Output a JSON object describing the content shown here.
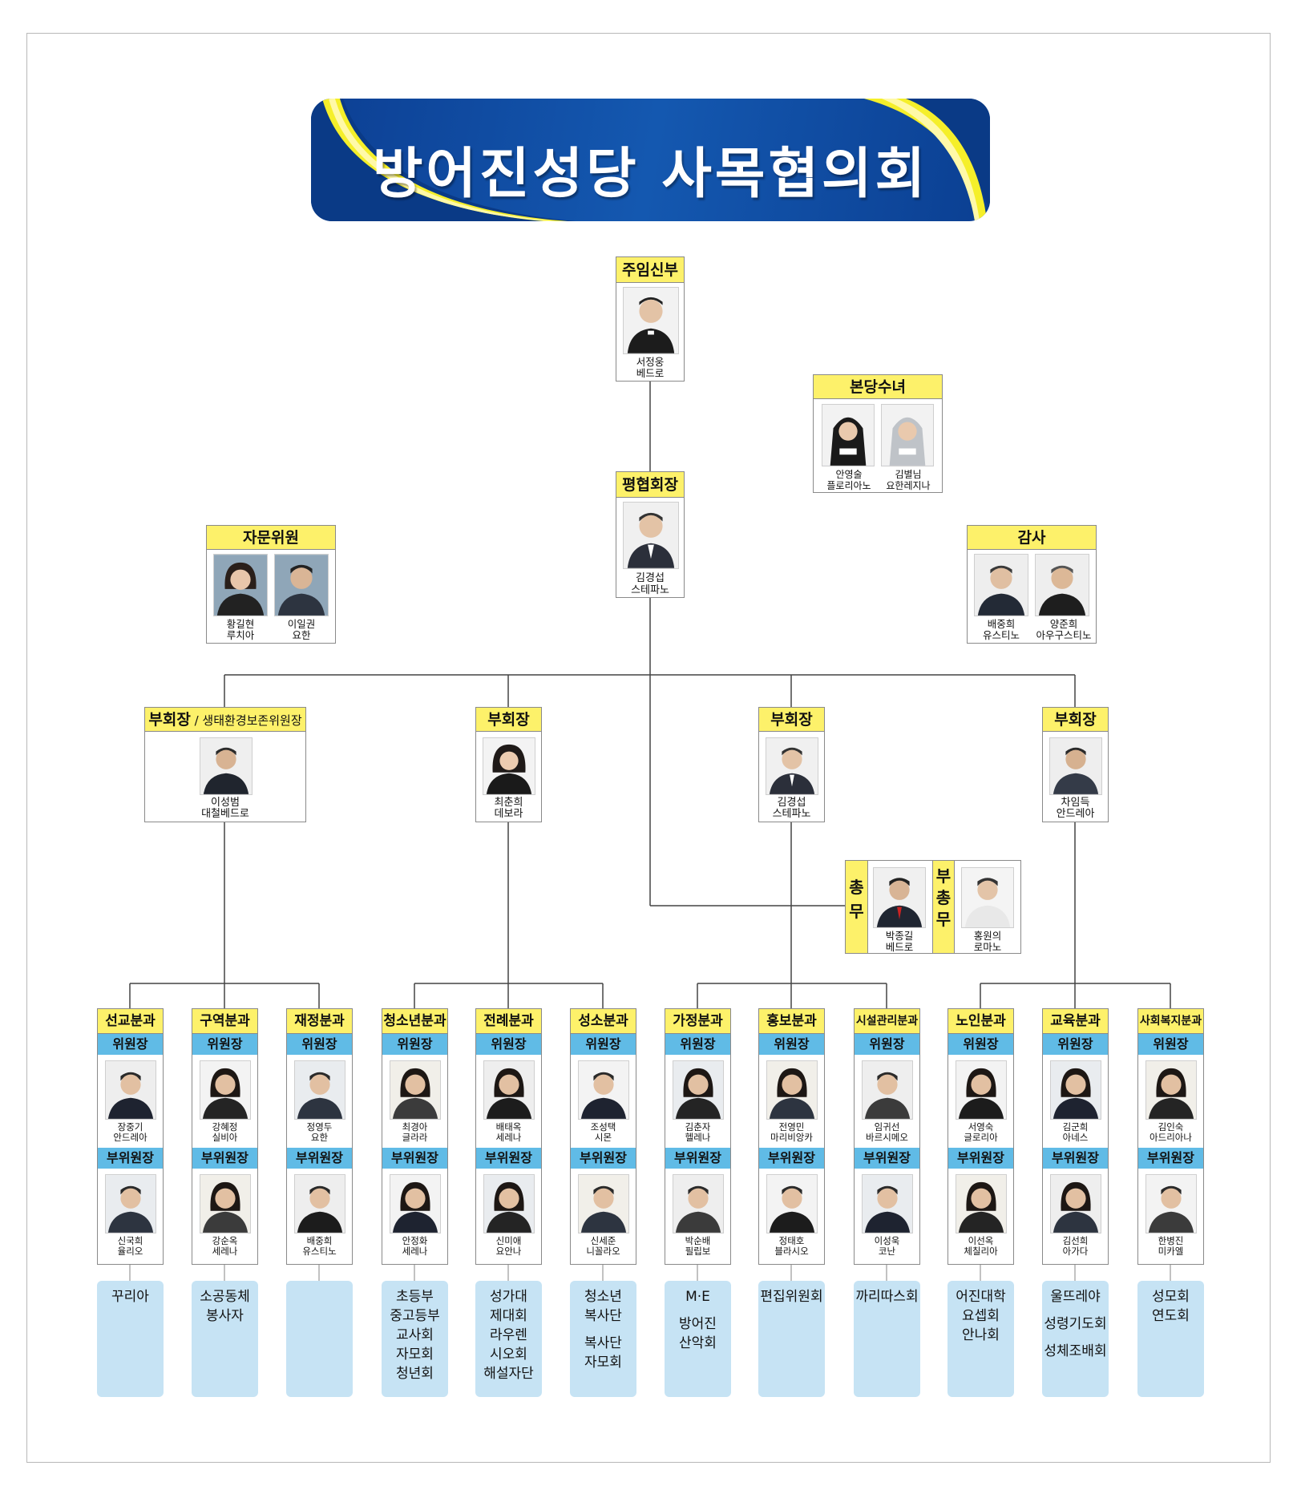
{
  "title": "방어진성당 사목협의회",
  "pastor": {
    "role": "주임신부",
    "name": "서정웅",
    "baptismal": "베드로"
  },
  "sisters": {
    "role": "본당수녀",
    "members": [
      {
        "name": "안영술",
        "baptismal": "플로리아노"
      },
      {
        "name": "김별님",
        "baptismal": "요한레지나"
      }
    ]
  },
  "chairman": {
    "role": "평협회장",
    "name": "김경섭",
    "baptismal": "스테파노"
  },
  "advisors": {
    "role": "자문위원",
    "members": [
      {
        "name": "황길현",
        "baptismal": "루치아"
      },
      {
        "name": "이일권",
        "baptismal": "요한"
      }
    ]
  },
  "auditors": {
    "role": "감사",
    "members": [
      {
        "name": "배중희",
        "baptismal": "유스티노"
      },
      {
        "name": "양준희",
        "baptismal": "아우구스티노"
      }
    ]
  },
  "vice_chairs": [
    {
      "role": "부회장",
      "extra": " / 생태환경보존위원장",
      "name": "이성범",
      "baptismal": "대철베드로"
    },
    {
      "role": "부회장",
      "extra": "",
      "name": "최춘희",
      "baptismal": "데보라"
    },
    {
      "role": "부회장",
      "extra": "",
      "name": "김경섭",
      "baptismal": "스테파노"
    },
    {
      "role": "부회장",
      "extra": "",
      "name": "차임득",
      "baptismal": "안드레아"
    }
  ],
  "secretariat": {
    "general": {
      "role": "총무",
      "name": "박종길",
      "baptismal": "베드로"
    },
    "deputy": {
      "role": "부총무",
      "name": "홍원의",
      "baptismal": "로마노"
    }
  },
  "labels": {
    "chair": "위원장",
    "vice": "부위원장"
  },
  "committees": [
    {
      "name": "선교분과",
      "chair": [
        "장중기",
        "안드레아"
      ],
      "vice": [
        "신국희",
        "율리오"
      ],
      "groups": [
        "꾸리아"
      ]
    },
    {
      "name": "구역분과",
      "chair": [
        "강혜정",
        "실비아"
      ],
      "vice": [
        "강순옥",
        "세레나"
      ],
      "groups": [
        "소공동체",
        "봉사자"
      ]
    },
    {
      "name": "재정분과",
      "chair": [
        "정영두",
        "요한"
      ],
      "vice": [
        "배중희",
        "유스티노"
      ],
      "groups": []
    },
    {
      "name": "청소년분과",
      "chair": [
        "최경아",
        "글라라"
      ],
      "vice": [
        "안정화",
        "세레나"
      ],
      "groups": [
        "초등부",
        "중고등부",
        "교사회",
        "자모회",
        "청년회"
      ]
    },
    {
      "name": "전례분과",
      "chair": [
        "배태옥",
        "세레나"
      ],
      "vice": [
        "신미애",
        "요안나"
      ],
      "groups": [
        "성가대",
        "제대회",
        "라우렌",
        "시오회",
        "해설자단"
      ]
    },
    {
      "name": "성소분과",
      "chair": [
        "조성택",
        "시몬"
      ],
      "vice": [
        "신세준",
        "니꼴라오"
      ],
      "groups": [
        "청소년",
        "복사단",
        "",
        "복사단",
        "자모회"
      ]
    },
    {
      "name": "가정분과",
      "chair": [
        "김춘자",
        "헬레나"
      ],
      "vice": [
        "박순배",
        "필립보"
      ],
      "groups": [
        "M·E",
        "",
        "방어진",
        "산악회"
      ]
    },
    {
      "name": "홍보분과",
      "chair": [
        "전영민",
        "마리비앙카"
      ],
      "vice": [
        "정태호",
        "블라시오"
      ],
      "groups": [
        "편집위원회"
      ]
    },
    {
      "name": "시설관리분과",
      "chair": [
        "임귀선",
        "바르시메오"
      ],
      "vice": [
        "이성욱",
        "코난"
      ],
      "groups": [
        "까리따스회"
      ]
    },
    {
      "name": "노인분과",
      "chair": [
        "서영숙",
        "글로리아"
      ],
      "vice": [
        "이선옥",
        "체칠리아"
      ],
      "groups": [
        "어진대학",
        "요셉회",
        "안나회"
      ]
    },
    {
      "name": "교육분과",
      "chair": [
        "김군희",
        "아네스"
      ],
      "vice": [
        "김선희",
        "아가다"
      ],
      "groups": [
        "울뜨레야",
        "",
        "성령기도회",
        "",
        "성체조배회"
      ]
    },
    {
      "name": "사회복지분과",
      "chair": [
        "김인숙",
        "아드리아나"
      ],
      "vice": [
        "한병진",
        "미카엘"
      ],
      "groups": [
        "성모회",
        "연도회"
      ]
    }
  ],
  "colors": {
    "header_yellow": "#fdf16a",
    "role_blue": "#60bbe6",
    "group_blue": "#c6e3f4",
    "banner_blue": "#0c3f93"
  }
}
